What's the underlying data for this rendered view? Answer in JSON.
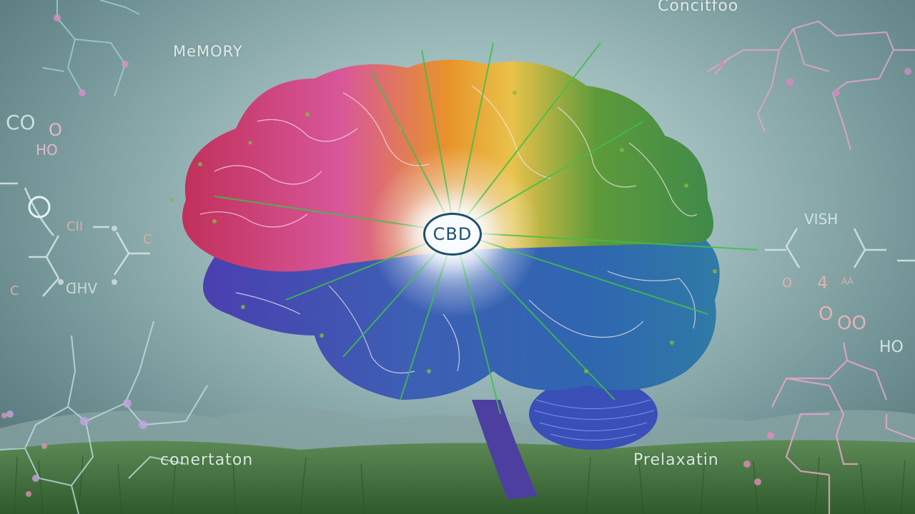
{
  "image": {
    "description": "Illustration of a multicolored brain with CBD at the center, radiating green neural lines, floating molecular structures, over misty hills and grass",
    "center_badge": {
      "text": "CBD",
      "ring_color": "#1f4f70",
      "fill_color": "#f8fbff"
    },
    "brain_colors": {
      "frontal_red": "#c8355e",
      "pink": "#d8579a",
      "orange": "#e8932a",
      "yellow": "#e9c24a",
      "green": "#5d9a3a",
      "blue": "#3d5fb4",
      "indigo": "#4a4ab0",
      "stem": "#4c3fa0",
      "neural_lines": "#3fbf4a"
    },
    "labels": {
      "top_left": "MeMORY",
      "top_right": "Concitfoo",
      "bottom_left": "conertaton",
      "bottom_right": "Prelaxatin"
    },
    "chemistry_text": {
      "left_co": "CO",
      "left_o": "O",
      "left_ho": "HO",
      "left_cii": "CII",
      "left_c_right": "C",
      "left_c_bottom": "C",
      "left_vhd": "VHD",
      "right_vish": "VISH",
      "right_o": "O",
      "right_4": "4",
      "right_aa": "AA",
      "right_o2": "O",
      "right_oo": "OO",
      "right_ho": "HO"
    },
    "background": {
      "sky_center": "#c7dcdc",
      "sky_edge": "#4c6b6f",
      "hills": "#7e9a9c",
      "grass": "#3f6a3a"
    }
  }
}
